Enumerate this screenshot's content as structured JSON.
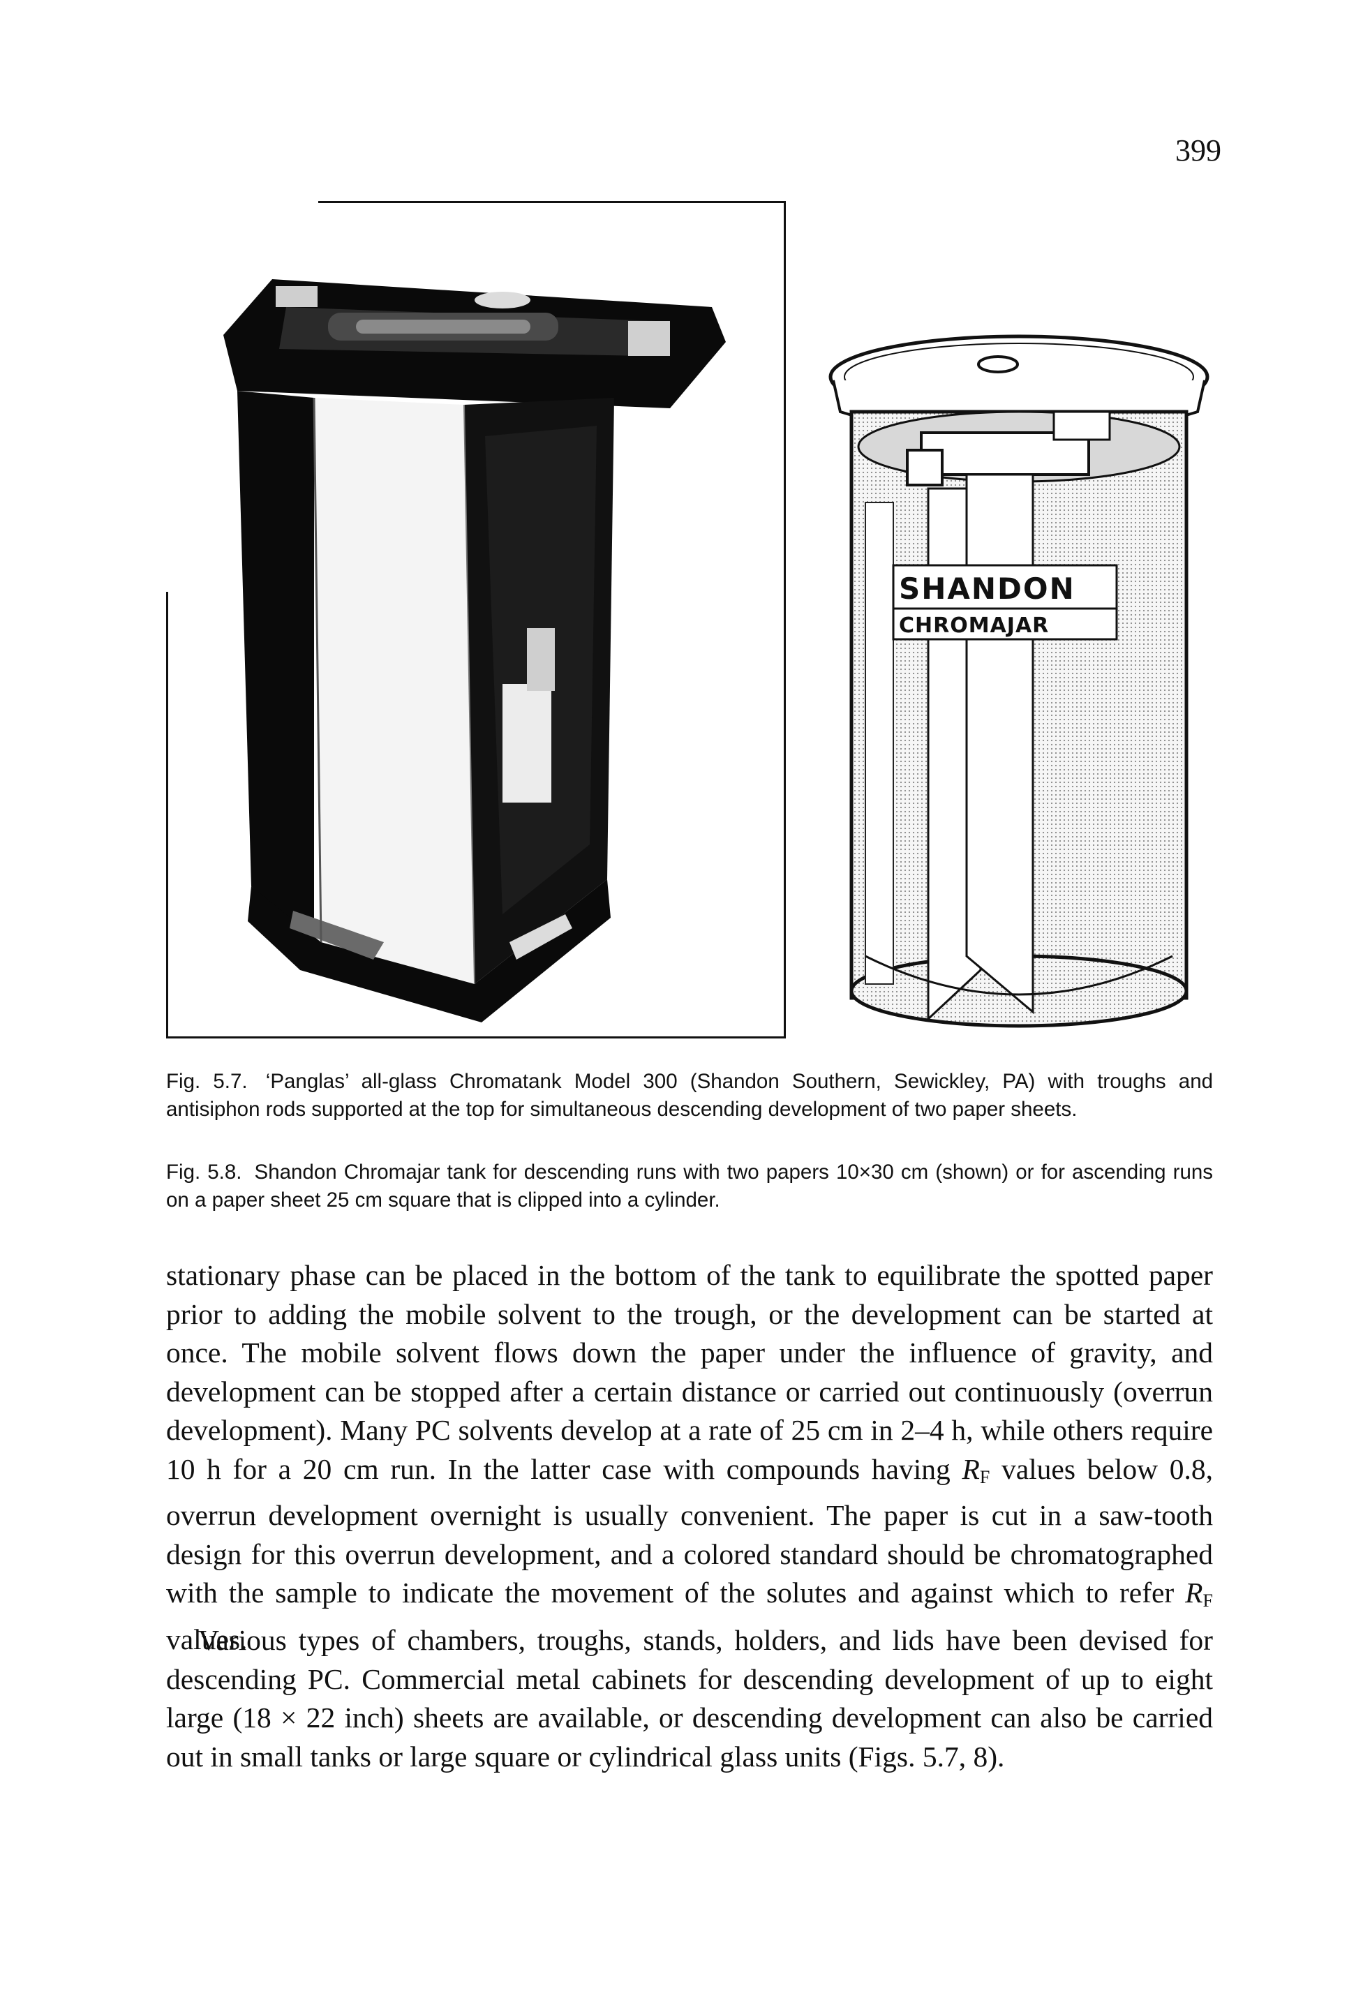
{
  "page": {
    "number": "399"
  },
  "figures": {
    "fig57": {
      "image_name": "panglas-chromatank-photo",
      "label": "Fig. 5.7.",
      "caption": "‘Panglas’ all-glass Chromatank Model 300 (Shandon Southern, Sewickley, PA) with troughs and antisiphon rods supported at the top for simultaneous descending development of two paper sheets."
    },
    "fig58": {
      "image_name": "shandon-chromajar-drawing",
      "brand_line1": "SHANDON",
      "brand_line2": "CHROMAJAR",
      "label": "Fig. 5.8.",
      "caption": "Shandon Chromajar tank for descending runs with two papers 10×30 cm (shown) or for ascending runs on a paper sheet 25 cm square that is clipped into a cylinder."
    }
  },
  "body": {
    "para1": {
      "part1": "stationary phase can be placed in the bottom of the tank to equilibrate the spotted paper prior to adding the mobile solvent to the trough, or the development can be started at once. The mobile solvent flows down the paper under the influence of gravity, and development can be stopped after a certain distance or carried out continuously (overrun development). Many PC solvents develop at a rate of 25 cm in 2–4 h, while others require 10 h for a 20 cm run. In the latter case with compounds having",
      "rf_symbol": "R",
      "rf_subscript": "F",
      "part2": " values below 0.8, overrun development overnight is usually convenient. The paper is cut in a saw-tooth design for this overrun development, and a colored standard should be chromatographed with the sample to indicate the movement of the solutes and against which to refer ",
      "part3": " values."
    },
    "para2": {
      "text": "Various types of chambers, troughs, stands, holders, and lids have been devised for descending PC. Commercial metal cabinets for descending development of up to eight large (18 × 22 inch) sheets are available, or descending development can also be carried out in small tanks or large square or cylindrical glass units (Figs. 5.7, 8)."
    }
  }
}
